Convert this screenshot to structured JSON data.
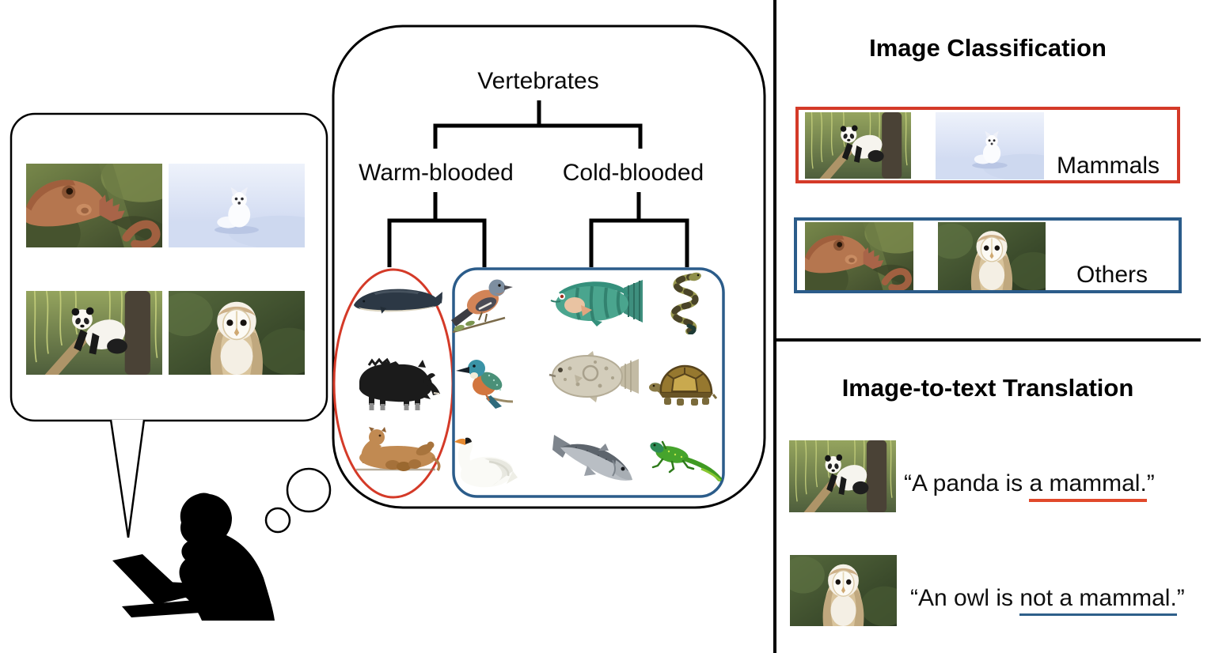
{
  "colors": {
    "annotation_red": "#d43a28",
    "annotation_blue": "#2b5c8a",
    "underline_red": "#e1492b",
    "underline_blue": "#2e5f8a",
    "line_black": "#000000"
  },
  "left_panel": {
    "speech_bubble_photos": [
      "lizard-photo",
      "arctic-fox-photo",
      "panda-photo",
      "owl-photo"
    ],
    "person": "person-typing-on-laptop-silhouette",
    "thought_dots": 2
  },
  "thought_cloud": {
    "tree": {
      "root": "Vertebrates",
      "children": [
        "Warm-blooded",
        "Cold-blooded"
      ]
    },
    "red_circled_group": [
      "whale",
      "boar",
      "lioness-with-cubs"
    ],
    "blue_boxed_group": [
      "chaffinch",
      "wrasse-fish",
      "snake",
      "kingfisher",
      "pufferfish",
      "tortoise",
      "swan",
      "salmon",
      "green-lizard"
    ]
  },
  "right_panel": {
    "classification": {
      "title": "Image Classification",
      "rows": [
        {
          "label": "Mammals",
          "photos": [
            "panda-photo",
            "arctic-fox-photo"
          ],
          "box_color": "#d43a28"
        },
        {
          "label": "Others",
          "photos": [
            "lizard-photo",
            "owl-photo"
          ],
          "box_color": "#2b5c8a"
        }
      ]
    },
    "translation": {
      "title": "Image-to-text Translation",
      "rows": [
        {
          "photo": "panda-photo",
          "prefix": "“A panda is ",
          "underlined": "a mammal.",
          "suffix": "”",
          "underline_color": "#e1492b"
        },
        {
          "photo": "owl-photo",
          "prefix": "“An owl is ",
          "underlined": "not a mammal.",
          "suffix": "”",
          "underline_color": "#2e5f8a"
        }
      ]
    }
  }
}
